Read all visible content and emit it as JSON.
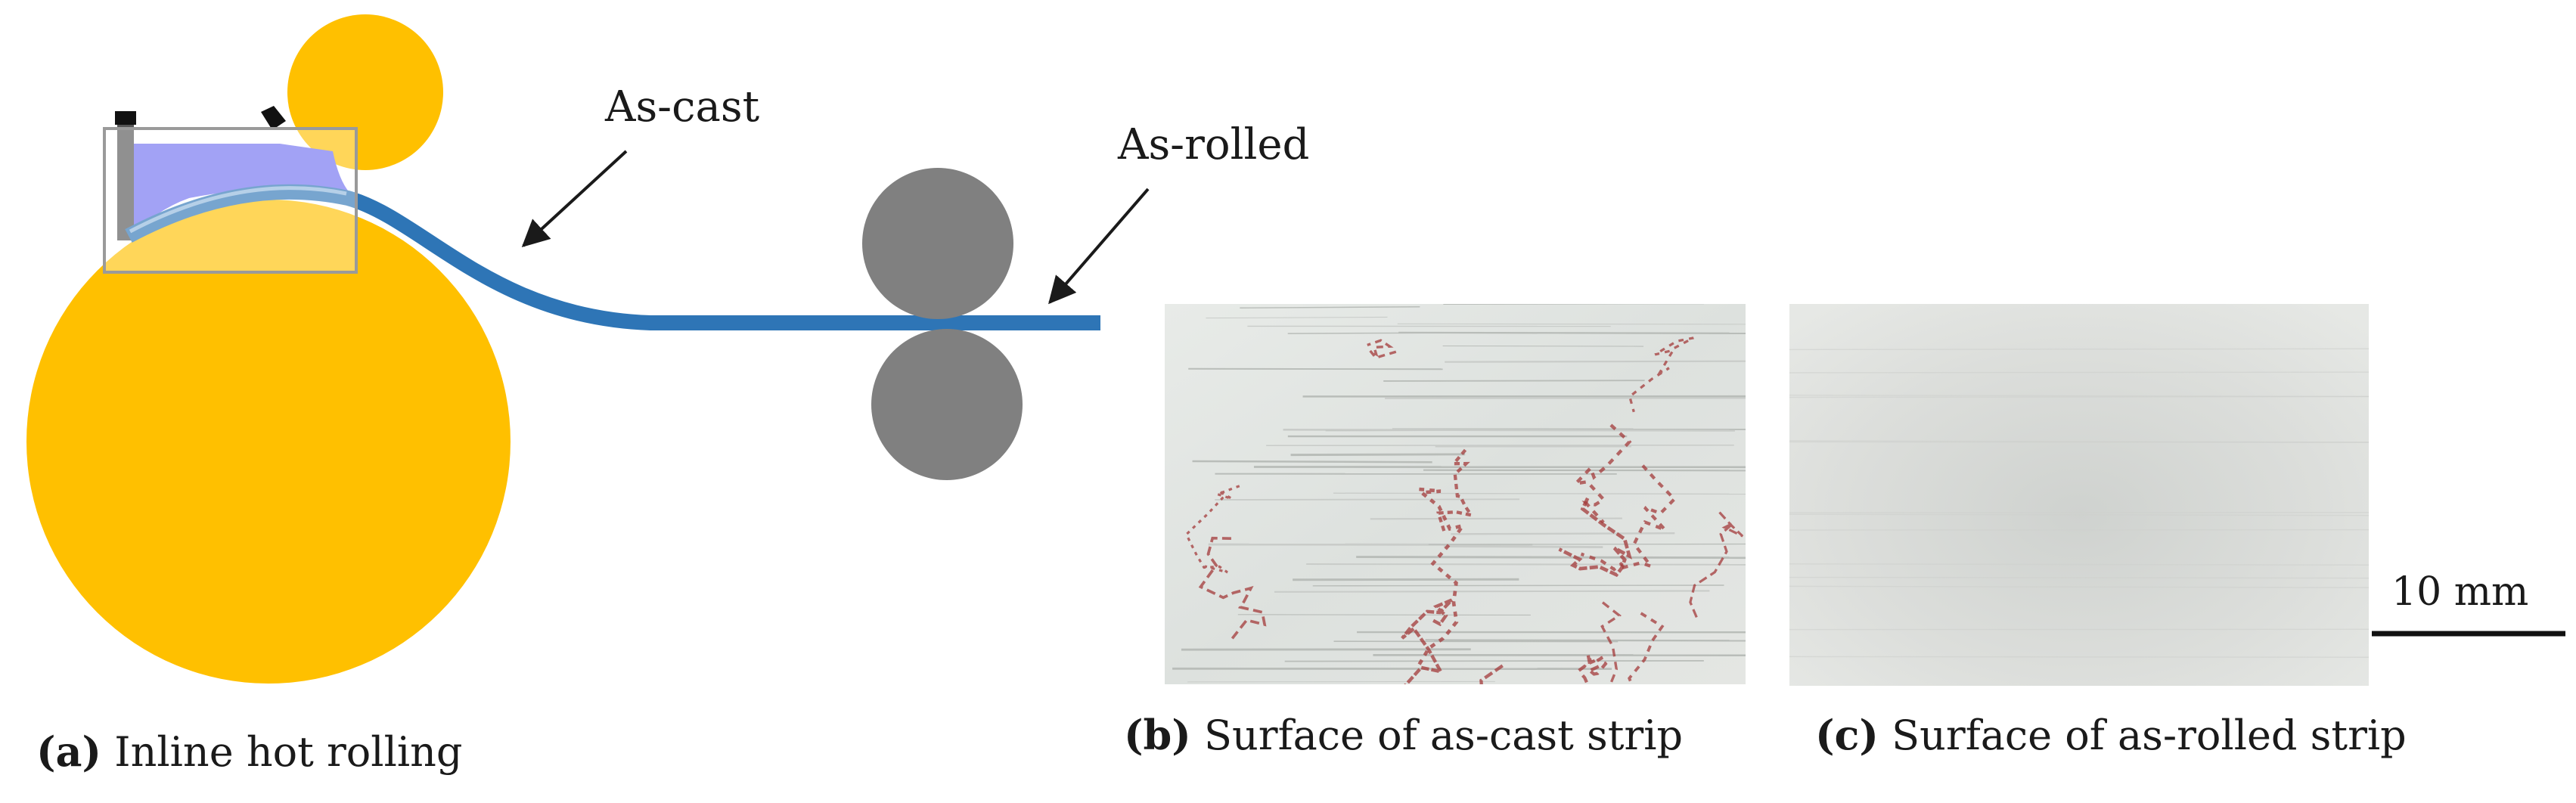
{
  "labels": {
    "as_cast": "As-cast",
    "as_rolled": "As-rolled",
    "scale_bar": "10 mm"
  },
  "captions": [
    {
      "tag": "(a)",
      "text": "Inline hot rolling"
    },
    {
      "tag": "(b)",
      "text": "Surface of as-cast strip"
    },
    {
      "tag": "(c)",
      "text": "Surface of as-rolled strip"
    }
  ],
  "colors": {
    "roll_large": "#FFC000",
    "roll_small": "#FFC000",
    "work_roll": "#808080",
    "strip": "#2E75B6",
    "melt_pool": "#7070F0",
    "box_outline": "#9a9a9a",
    "arrow": "#1a1a1a",
    "crack": "#a33a3a",
    "plate_cast": "#e2e5e2",
    "plate_rolled": "#dcdedb"
  }
}
